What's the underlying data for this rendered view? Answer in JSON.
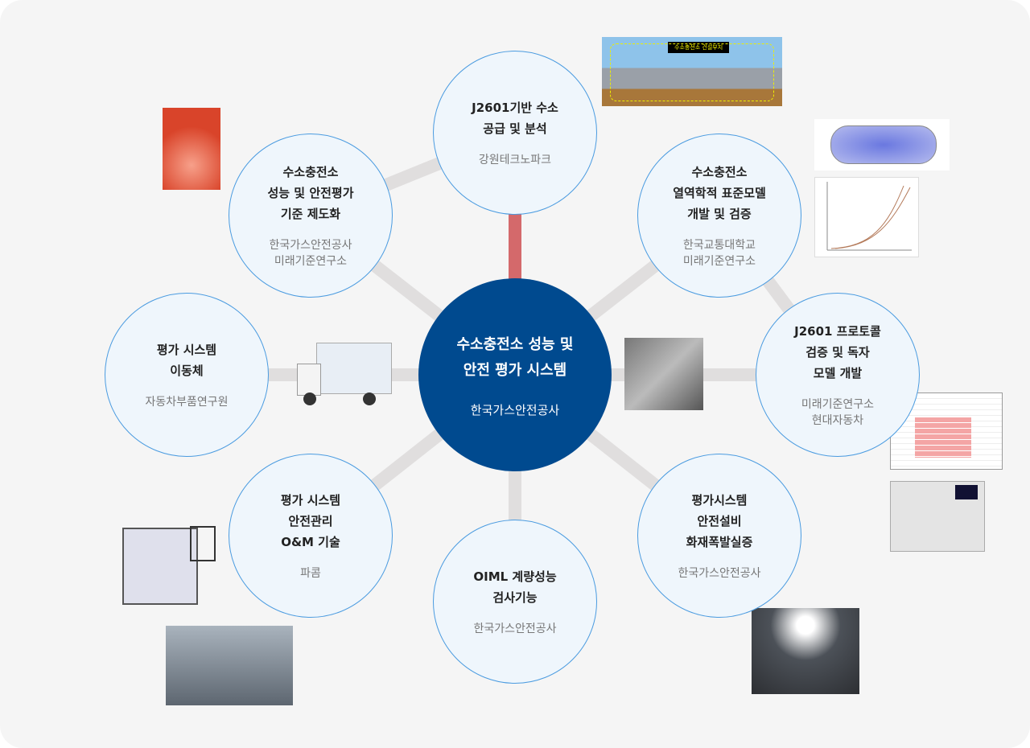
{
  "center": {
    "title": "수소충전소 성능 및\n안전 평가 시스템",
    "org": "한국가스안전공사"
  },
  "nodes": [
    {
      "title": "J2601기반 수소\n공급 및 분석",
      "org": "강원테크노파크"
    },
    {
      "title": "수소충전소\n열역학적 표준모델\n개발 및 검증",
      "org": "한국교통대학교\n미래기준연구소"
    },
    {
      "title": "J2601 프로토콜\n검증 및 독자\n모델 개발",
      "org": "미래기준연구소\n현대자동차"
    },
    {
      "title": "평가시스템\n안전설비\n화재폭발실증",
      "org": "한국가스안전공사"
    },
    {
      "title": "OIML 계량성능\n검사기능",
      "org": "한국가스안전공사"
    },
    {
      "title": "평가 시스템\n안전관리\nO&M 기술",
      "org": "파콤"
    },
    {
      "title": "평가 시스템\n이동체",
      "org": "자동차부품연구원"
    },
    {
      "title": "수소충전소\n성능 및 안전평가\n기준 제도화",
      "org": "한국가스안전공사\n미래기준연구소"
    }
  ],
  "photos": {
    "site_label": "수소충전소 건설부지"
  },
  "colors": {
    "center": "#004a8f",
    "accent_line": "#d4696b",
    "line": "#e0dede",
    "node_border": "#4a9be0"
  }
}
